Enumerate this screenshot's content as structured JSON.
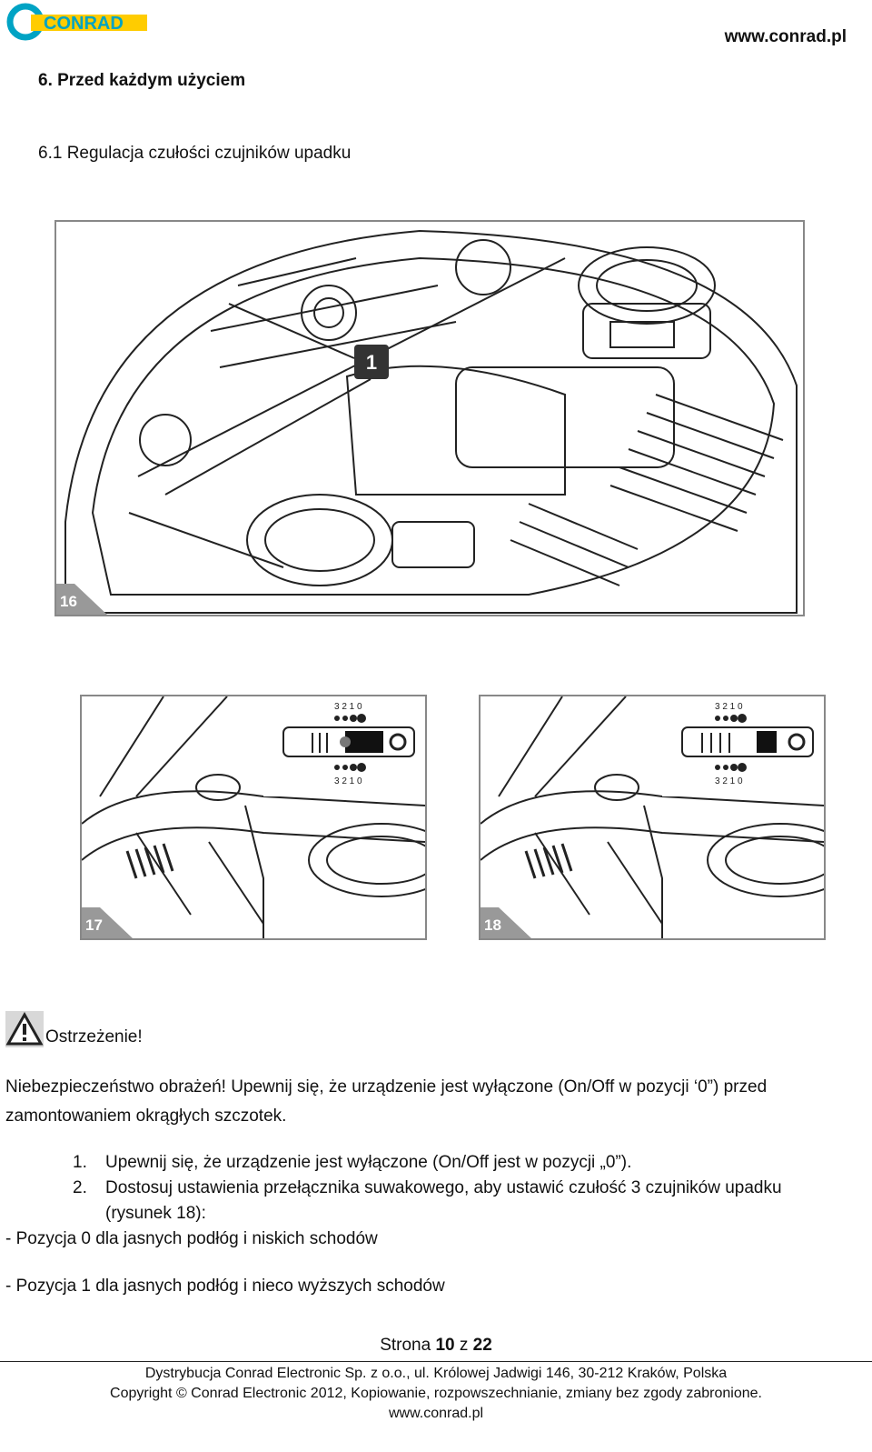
{
  "header": {
    "logo_text": "CONRAD",
    "website": "www.conrad.pl"
  },
  "section": {
    "title": "6.   Przed każdym użyciem",
    "subtitle": "6.1 Regulacja czułości czujników upadku"
  },
  "figures": {
    "fig16": {
      "number": "16",
      "callout": "1"
    },
    "fig17": {
      "number": "17",
      "scale_top": "3 2 1 0",
      "scale_bottom": "3 2 1 0"
    },
    "fig18": {
      "number": "18",
      "scale_top": "3 2 1 0",
      "scale_bottom": "3 2 1 0"
    }
  },
  "warning": {
    "icon": "warning-triangle-icon",
    "title": "Ostrzeżenie!",
    "text": "Niebezpieczeństwo obrażeń! Upewnij się, że urządzenie jest wyłączone (On/Off w pozycji ‘0”) przed zamontowaniem okrągłych szczotek."
  },
  "steps": [
    {
      "num": "1.",
      "text": "Upewnij się, że urządzenie jest wyłączone (On/Off jest w pozycji „0”)."
    },
    {
      "num": "2.",
      "text": "Dostosuj ustawienia przełącznika suwakowego, aby ustawić czułość 3 czujników upadku",
      "cont": "(rysunek 18):"
    }
  ],
  "positions": [
    "- Pozycja 0 dla jasnych podłóg i niskich schodów",
    "- Pozycja 1 dla jasnych podłóg i nieco wyższych schodów"
  ],
  "footer": {
    "page_prefix": "Strona ",
    "page_current": "10",
    "page_mid": " z ",
    "page_total": "22",
    "line1": "Dystrybucja Conrad Electronic Sp. z o.o., ul. Królowej Jadwigi 146, 30-212 Kraków, Polska",
    "line2": "Copyright © Conrad Electronic 2012, Kopiowanie, rozpowszechnianie, zmiany bez zgody zabronione.",
    "line3": "www.conrad.pl"
  }
}
